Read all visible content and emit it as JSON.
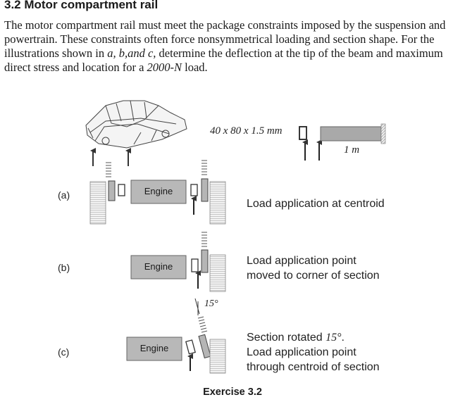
{
  "heading": "3.2 Motor compartment rail",
  "paragraph": {
    "part1": "The motor compartment rail must meet the package constraints imposed by the suspension and powertrain. These constraints often force nonsymmetrical loading and section shape. For the illustrations shown in ",
    "abc": "a, b,and c,",
    "part2": " determine the deflection at the tip of the beam and maximum direct stress and location for a ",
    "load": "2000-N",
    "part3": " load."
  },
  "figure": {
    "section_dims": "40 x 80 x 1.5 mm",
    "beam_length": "1 m",
    "engine_label": "Engine",
    "angle": "15°",
    "cases": [
      {
        "label": "(a)",
        "desc": [
          "Load application at centroid"
        ]
      },
      {
        "label": "(b)",
        "desc": [
          "Load application point",
          "moved to corner of section"
        ]
      },
      {
        "label": "(c)",
        "desc_line1_prefix": "Section rotated ",
        "desc_line1_angle": "15°",
        "desc_line1_suffix": ".",
        "desc": [
          "Load application point",
          "through centroid of section"
        ]
      }
    ],
    "caption": "Exercise 3.2"
  }
}
